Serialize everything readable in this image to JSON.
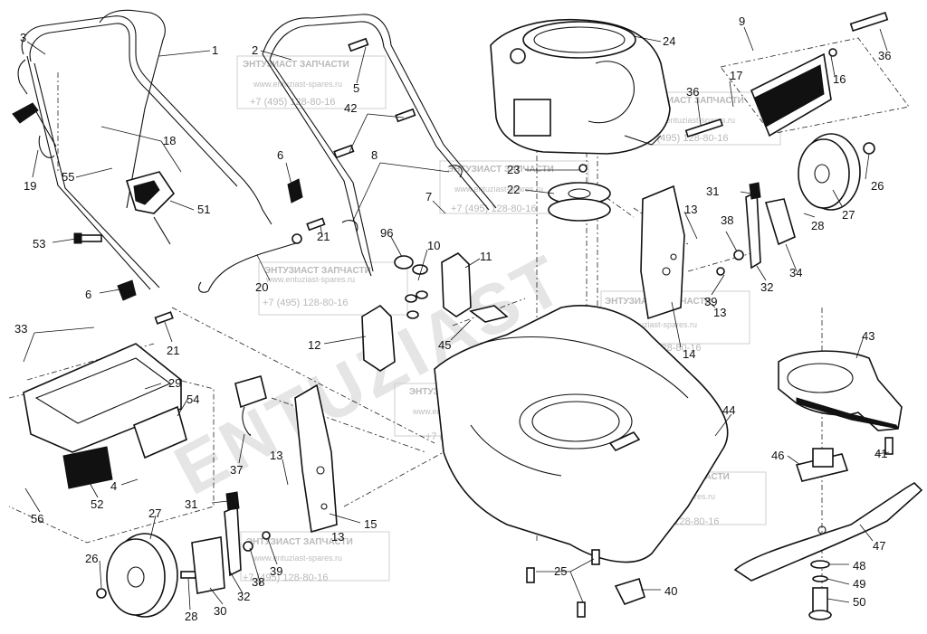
{
  "watermark": {
    "big_text": "ENTUZIAST",
    "stamp_title": "ЭНТУЗИАСТ ЗАПЧАСТИ",
    "stamp_site": "www.entuziast-spares.ru",
    "stamp_phone": "+7 (495) 128-80-16"
  },
  "callouts": [
    {
      "id": "c1",
      "text": "1"
    },
    {
      "id": "c2",
      "text": "2"
    },
    {
      "id": "c3",
      "text": "3"
    },
    {
      "id": "c4",
      "text": "4"
    },
    {
      "id": "c5",
      "text": "5"
    },
    {
      "id": "c6a",
      "text": "6"
    },
    {
      "id": "c6b",
      "text": "6"
    },
    {
      "id": "c7",
      "text": "7"
    },
    {
      "id": "c8",
      "text": "8"
    },
    {
      "id": "c9",
      "text": "9"
    },
    {
      "id": "c10",
      "text": "10"
    },
    {
      "id": "c11",
      "text": "11"
    },
    {
      "id": "c12",
      "text": "12"
    },
    {
      "id": "c13a",
      "text": "13"
    },
    {
      "id": "c13b",
      "text": "13"
    },
    {
      "id": "c13c",
      "text": "13"
    },
    {
      "id": "c13d",
      "text": "13"
    },
    {
      "id": "c14",
      "text": "14"
    },
    {
      "id": "c15",
      "text": "15"
    },
    {
      "id": "c16",
      "text": "16"
    },
    {
      "id": "c17",
      "text": "17"
    },
    {
      "id": "c18",
      "text": "18"
    },
    {
      "id": "c19",
      "text": "19"
    },
    {
      "id": "c20",
      "text": "20"
    },
    {
      "id": "c21a",
      "text": "21"
    },
    {
      "id": "c21b",
      "text": "21"
    },
    {
      "id": "c22",
      "text": "22"
    },
    {
      "id": "c23",
      "text": "23"
    },
    {
      "id": "c24",
      "text": "24"
    },
    {
      "id": "c25",
      "text": "25"
    },
    {
      "id": "c26a",
      "text": "26"
    },
    {
      "id": "c26b",
      "text": "26"
    },
    {
      "id": "c27a",
      "text": "27"
    },
    {
      "id": "c27b",
      "text": "27"
    },
    {
      "id": "c28a",
      "text": "28"
    },
    {
      "id": "c28b",
      "text": "28"
    },
    {
      "id": "c29",
      "text": "29"
    },
    {
      "id": "c30",
      "text": "30"
    },
    {
      "id": "c31a",
      "text": "31"
    },
    {
      "id": "c31b",
      "text": "31"
    },
    {
      "id": "c32a",
      "text": "32"
    },
    {
      "id": "c32b",
      "text": "32"
    },
    {
      "id": "c33",
      "text": "33"
    },
    {
      "id": "c34",
      "text": "34"
    },
    {
      "id": "c36a",
      "text": "36"
    },
    {
      "id": "c36b",
      "text": "36"
    },
    {
      "id": "c37",
      "text": "37"
    },
    {
      "id": "c38a",
      "text": "38"
    },
    {
      "id": "c38b",
      "text": "38"
    },
    {
      "id": "c39a",
      "text": "39"
    },
    {
      "id": "c39b",
      "text": "39"
    },
    {
      "id": "c40",
      "text": "40"
    },
    {
      "id": "c41",
      "text": "41"
    },
    {
      "id": "c42",
      "text": "42"
    },
    {
      "id": "c43",
      "text": "43"
    },
    {
      "id": "c44",
      "text": "44"
    },
    {
      "id": "c45",
      "text": "45"
    },
    {
      "id": "c46",
      "text": "46"
    },
    {
      "id": "c47",
      "text": "47"
    },
    {
      "id": "c48",
      "text": "48"
    },
    {
      "id": "c49",
      "text": "49"
    },
    {
      "id": "c50",
      "text": "50"
    },
    {
      "id": "c51",
      "text": "51"
    },
    {
      "id": "c52",
      "text": "52"
    },
    {
      "id": "c53",
      "text": "53"
    },
    {
      "id": "c54",
      "text": "54"
    },
    {
      "id": "c55",
      "text": "55"
    },
    {
      "id": "c56",
      "text": "56"
    },
    {
      "id": "c96",
      "text": "96"
    }
  ]
}
